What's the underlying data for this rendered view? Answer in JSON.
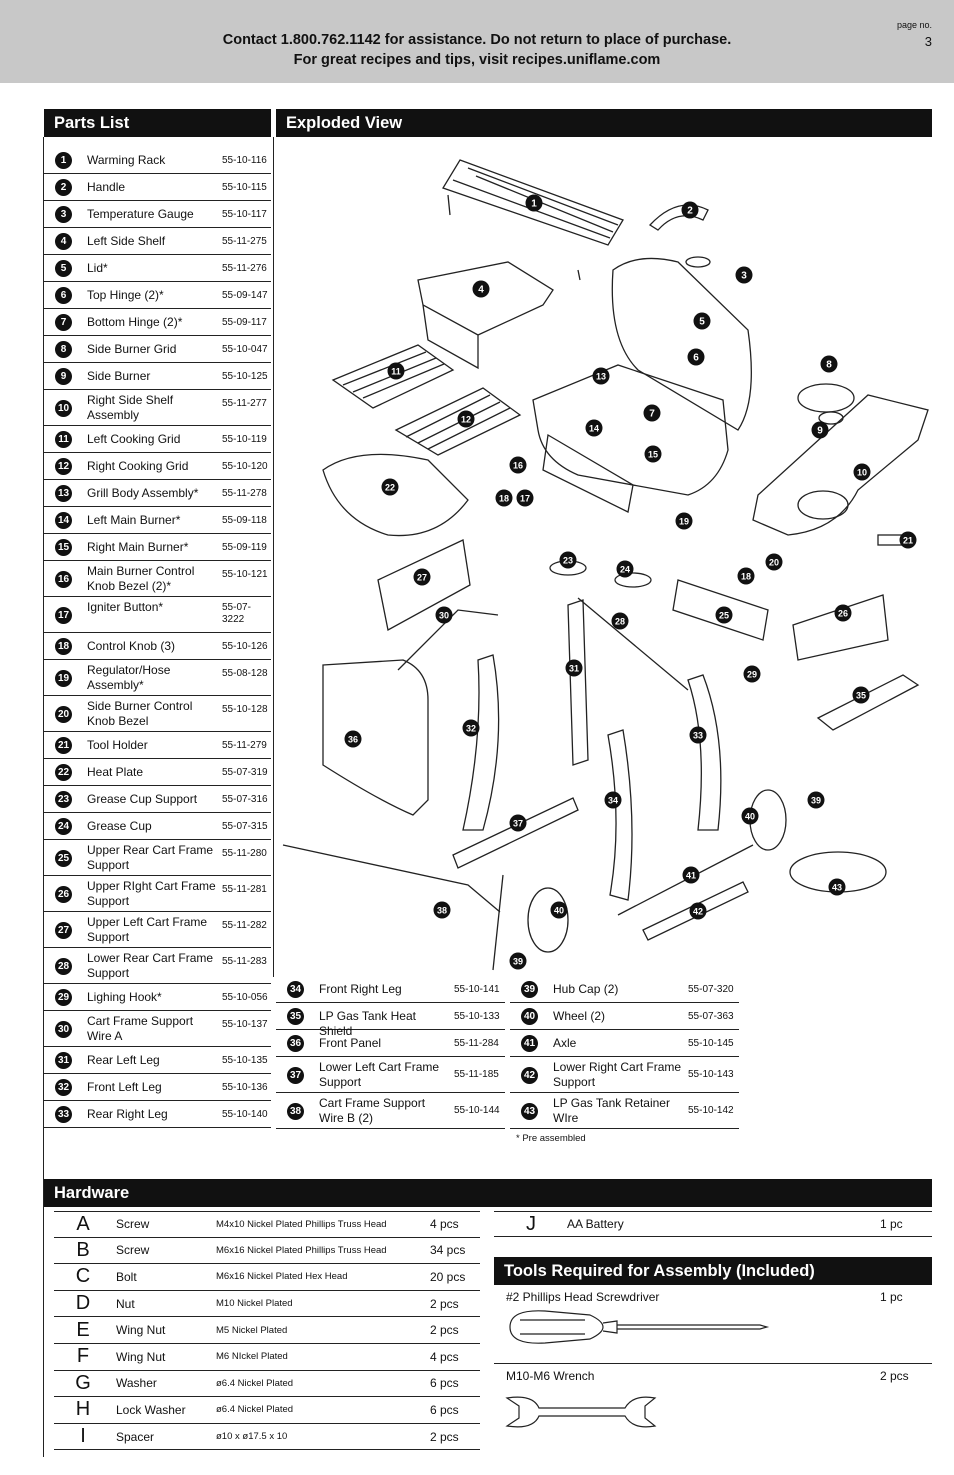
{
  "header": {
    "line1": "Contact 1.800.762.1142 for assistance. Do not return to place of purchase.",
    "line2": "For great recipes and tips, visit recipes.uniflame.com",
    "page_label": "page no.",
    "page_number": "3"
  },
  "parts_title": "Parts List",
  "exploded_title": "Exploded View",
  "parts_col1": [
    {
      "num": "1",
      "name": "Warming Rack",
      "code": "55-10-116"
    },
    {
      "num": "2",
      "name": "Handle",
      "code": "55-10-115"
    },
    {
      "num": "3",
      "name": "Temperature Gauge",
      "code": "55-10-117"
    },
    {
      "num": "4",
      "name": "Left Side Shelf",
      "code": "55-11-275"
    },
    {
      "num": "5",
      "name": "Lid*",
      "code": "55-11-276"
    },
    {
      "num": "6",
      "name": "Top Hinge (2)*",
      "code": "55-09-147"
    },
    {
      "num": "7",
      "name": "Bottom Hinge (2)*",
      "code": "55-09-117"
    },
    {
      "num": "8",
      "name": "Side Burner Grid",
      "code": "55-10-047"
    },
    {
      "num": "9",
      "name": "Side Burner",
      "code": "55-10-125"
    },
    {
      "num": "10",
      "name": "Right Side Shelf Assembly",
      "code": "55-11-277"
    },
    {
      "num": "11",
      "name": "Left Cooking Grid",
      "code": "55-10-119"
    },
    {
      "num": "12",
      "name": "Right Cooking Grid",
      "code": "55-10-120"
    },
    {
      "num": "13",
      "name": "Grill Body Assembly*",
      "code": "55-11-278"
    },
    {
      "num": "14",
      "name": "Left Main Burner*",
      "code": "55-09-118"
    },
    {
      "num": "15",
      "name": "Right Main Burner*",
      "code": "55-09-119"
    },
    {
      "num": "16",
      "name": "Main Burner Control Knob Bezel (2)*",
      "code": "55-10-121"
    },
    {
      "num": "17",
      "name": "Igniter Button*",
      "code": "55-07-3222"
    },
    {
      "num": "18",
      "name": "Control Knob (3)",
      "code": "55-10-126"
    },
    {
      "num": "19",
      "name": "Regulator/Hose Assembly*",
      "code": "55-08-128"
    },
    {
      "num": "20",
      "name": "Side Burner Control Knob Bezel",
      "code": "55-10-128"
    },
    {
      "num": "21",
      "name": "Tool Holder",
      "code": "55-11-279"
    },
    {
      "num": "22",
      "name": "Heat Plate",
      "code": "55-07-319"
    },
    {
      "num": "23",
      "name": "Grease Cup Support",
      "code": "55-07-316"
    },
    {
      "num": "24",
      "name": "Grease Cup",
      "code": "55-07-315"
    },
    {
      "num": "25",
      "name": "Upper Rear Cart Frame Support",
      "code": "55-11-280"
    },
    {
      "num": "26",
      "name": "Upper RIght Cart Frame Support",
      "code": "55-11-281"
    },
    {
      "num": "27",
      "name": "Upper Left Cart Frame Support",
      "code": "55-11-282"
    },
    {
      "num": "28",
      "name": "Lower Rear Cart Frame Support",
      "code": "55-11-283"
    },
    {
      "num": "29",
      "name": "Lighing Hook*",
      "code": "55-10-056"
    },
    {
      "num": "30",
      "name": "Cart Frame Support Wire A",
      "code": "55-10-137"
    },
    {
      "num": "31",
      "name": "Rear Left Leg",
      "code": "55-10-135"
    },
    {
      "num": "32",
      "name": "Front Left Leg",
      "code": "55-10-136"
    },
    {
      "num": "33",
      "name": "Rear Right Leg",
      "code": "55-10-140"
    }
  ],
  "parts_col2": [
    {
      "num": "34",
      "name": "Front Right Leg",
      "code": "55-10-141"
    },
    {
      "num": "35",
      "name": "LP Gas Tank Heat Shield",
      "code": "55-10-133"
    },
    {
      "num": "36",
      "name": "Front Panel",
      "code": "55-11-284"
    },
    {
      "num": "37",
      "name": "Lower Left Cart Frame Support",
      "code": "55-11-185"
    },
    {
      "num": "38",
      "name": "Cart Frame Support Wire B (2)",
      "code": "55-10-144"
    }
  ],
  "parts_col3": [
    {
      "num": "39",
      "name": "Hub Cap (2)",
      "code": "55-07-320"
    },
    {
      "num": "40",
      "name": "Wheel (2)",
      "code": "55-07-363"
    },
    {
      "num": "41",
      "name": "Axle",
      "code": "55-10-145"
    },
    {
      "num": "42",
      "name": "Lower Right Cart Frame Support",
      "code": "55-10-143"
    },
    {
      "num": "43",
      "name": "LP Gas Tank Retainer WIre",
      "code": "55-10-142"
    }
  ],
  "preassembled_note": "* Pre assembled",
  "hardware_title": "Hardware",
  "hardware": [
    {
      "letter": "A",
      "name": "Screw",
      "spec": "M4x10 Nickel Plated Phillips Truss Head",
      "qty": "4 pcs"
    },
    {
      "letter": "B",
      "name": "Screw",
      "spec": "M6x16 Nickel Plated Phillips Truss Head",
      "qty": "34 pcs"
    },
    {
      "letter": "C",
      "name": "Bolt",
      "spec": "M6x16 Nickel Plated Hex Head",
      "qty": "20 pcs"
    },
    {
      "letter": "D",
      "name": "Nut",
      "spec": "M10 Nickel Plated",
      "qty": "2 pcs"
    },
    {
      "letter": "E",
      "name": "Wing Nut",
      "spec": "M5 Nickel Plated",
      "qty": "2 pcs"
    },
    {
      "letter": "F",
      "name": "Wing Nut",
      "spec": "M6 NIckel Plated",
      "qty": "4 pcs"
    },
    {
      "letter": "G",
      "name": "Washer",
      "spec": "ø6.4 Nickel Plated",
      "qty": "6 pcs"
    },
    {
      "letter": "H",
      "name": "Lock Washer",
      "spec": "ø6.4 Nickel Plated",
      "qty": "6 pcs"
    },
    {
      "letter": "I",
      "name": "Spacer",
      "spec": "ø10 x ø17.5 x 10",
      "qty": "2 pcs"
    }
  ],
  "hardware_j": {
    "letter": "J",
    "name": "AA Battery",
    "qty": "1 pc"
  },
  "tools_title": "Tools Required for Assembly (Included)",
  "tools": [
    {
      "name": "#2 Phillips Head Screwdriver",
      "qty": "1 pc"
    },
    {
      "name": "M10-M6 Wrench",
      "qty": "2 pcs"
    }
  ],
  "callouts": [
    "1",
    "2",
    "3",
    "4",
    "5",
    "6",
    "7",
    "8",
    "9",
    "10",
    "11",
    "12",
    "13",
    "14",
    "15",
    "16",
    "17",
    "18",
    "18",
    "19",
    "20",
    "21",
    "22",
    "23",
    "24",
    "25",
    "26",
    "27",
    "28",
    "29",
    "30",
    "31",
    "32",
    "33",
    "34",
    "35",
    "36",
    "37",
    "38",
    "39",
    "39",
    "40",
    "40",
    "41",
    "42",
    "43"
  ]
}
